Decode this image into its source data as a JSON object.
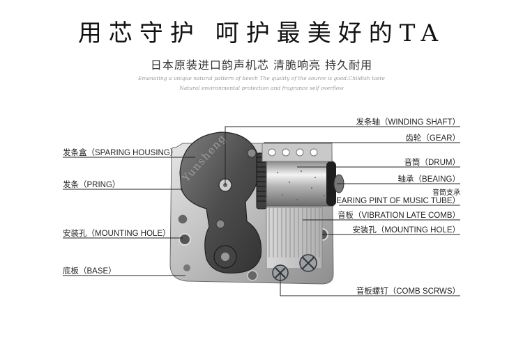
{
  "header": {
    "title": "用芯守护 呵护最美好的TA",
    "subtitle": "日本原装进口韵声机芯 清脆响亮 持久耐用",
    "tagline_1": "Emanating a unique natural pattern of beech The quality of the source is good.Childish taste",
    "tagline_2": "Natural environmental protection and fragrance self overflow"
  },
  "brand_on_part": "Yunsheng",
  "labels_left": {
    "sparing_housing": "发条盒（SPARING HOUSING）",
    "pring": "发条（PRING）",
    "mounting_hole": "安装孔（MOUNTING HOLE）",
    "base": "底板（BASE）"
  },
  "labels_right": {
    "winding_shaft": "发条轴（WINDING SHAFT）",
    "gear": "齿轮（GEAR）",
    "drum": "音筒（DRUM）",
    "beaing": "轴承（BEAING）",
    "bearing_pint_cn": "音筒支承",
    "bearing_pint_en": "（BEARING PINT OF MUSIC TUBE）",
    "vibration_comb": "音板（VIBRATION LATE COMB）",
    "mounting_hole": "安装孔（MOUNTING HOLE）",
    "comb_screws": "音板螺钉（COMB SCRWS）"
  }
}
